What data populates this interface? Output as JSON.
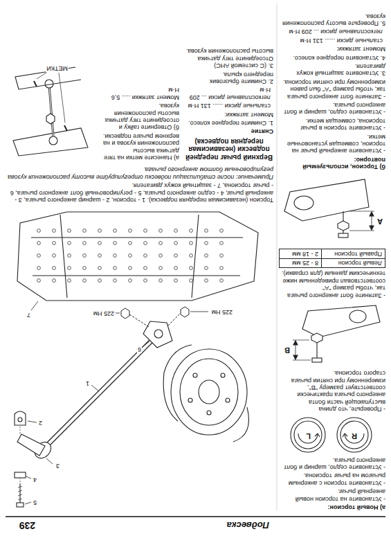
{
  "diagram": {
    "title": "Подвеска",
    "caption": "Торсион (независимая передняя подвеска). 1 - торсион, 2 - шарнир анкерного рычага, 3 - анкерный рычаг, 4 - седло анкерного рычага, 5 - регулировочный болт анкерного рычага, 6 - рычаг торсиона, 7 - защитный кожух двигателя.",
    "labels": [
      "239",
      "а) Новый торсион:",
      "- Установите на торсион новый анкерный рычаг.",
      "- Установите торсион с анкерным рычагом на рычаг торсиона.",
      "- Установите седло, шарнир и болт анкерного рычага.",
      "R",
      "L",
      "- Проверьте, что длина выступающей части болта анкерного рычага практически соответствует размеру \"B\", измеренному при снятии рычага старого торсиона.",
      "B",
      "- Затяните болт анкерного рычага так, чтобы размер \"A\" соответствовал приведенным ниже техническим данным (для справки).",
      "Левый торсион",
      "8 - 25 мм",
      "Правый торсион",
      "2 - 18 мм",
      "A",
      "б) Торсион, используемый повторно:",
      "- Установите анкерный рычаг на торсион, совмещая установочные метки.",
      "- Установите торсион в рычаг торсиона, совмещая метки.",
      "- Установите седло, шарнир и болт анкерного рычага.",
      "- Затяните болт анкерного рычага так, чтобы размер \"A\" был равен измеренному при снятии торсиона.",
      "3. Установите защитный кожух двигателя.",
      "4. Установите переднее колесо.",
      "Момент затяжки:",
      "стальные диски ...... 131 Н·м",
      "легкосплавные диски ... 209 Н·м",
      "5. Проверьте высоту расположения кузова.",
      "1",
      "2",
      "3",
      "4",
      "5",
      "6",
      "7",
      "225 Нм",
      "225 Нм",
      "Примечание: после стабилизации подвески отрегулируйте высоту расположения кузова регулировочным болтом анкерного рычага.",
      "Верхний рычаг передней подвески (независимая передняя подвеска)",
      "Снятие",
      "1. Снимите переднее колесо.",
      "Момент затяжки:",
      "стальные диски ...... 131 Н·м",
      "легкосплавные диски ... 209 Н·м",
      "2. Снимите брызговик переднего крыла.",
      "3. (С системой AHC) Отсоедините тягу датчика высоты расположения кузова.",
      "а) Нанесите метки на тяге датчика высоты расположения кузова и на верхнем рычаге подвески.",
      "б) Отверните гайку и отсоедините тягу датчика высоты расположения кузова.",
      "Момент затяжки ..... 5,6 Н·м",
      "МЕТКИ"
    ]
  }
}
